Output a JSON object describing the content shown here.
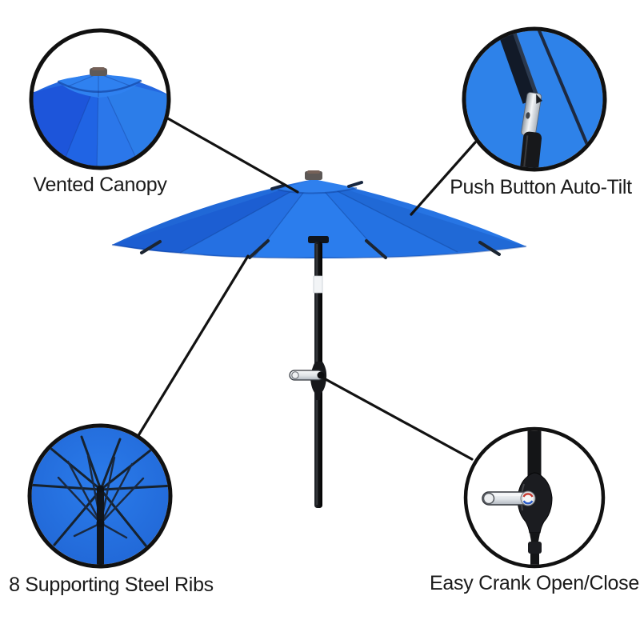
{
  "callouts": {
    "vented_canopy": {
      "label": "Vented Canopy"
    },
    "push_button_tilt": {
      "label": "Push Button Auto-Tilt"
    },
    "steel_ribs": {
      "label": "8 Supporting Steel Ribs"
    },
    "easy_crank": {
      "label": "Easy Crank Open/Close"
    }
  },
  "colors": {
    "canopy_blue": "#2b7ded",
    "canopy_dark_blue": "#1c5ed2",
    "detail_bg_blue": "#2e82e9",
    "underside_blue": "#2371e0",
    "pole_black": "#141517",
    "chrome_silver": "#d9dce0",
    "line_black": "#121212",
    "text_black": "#1a1a1a",
    "background": "#ffffff"
  }
}
